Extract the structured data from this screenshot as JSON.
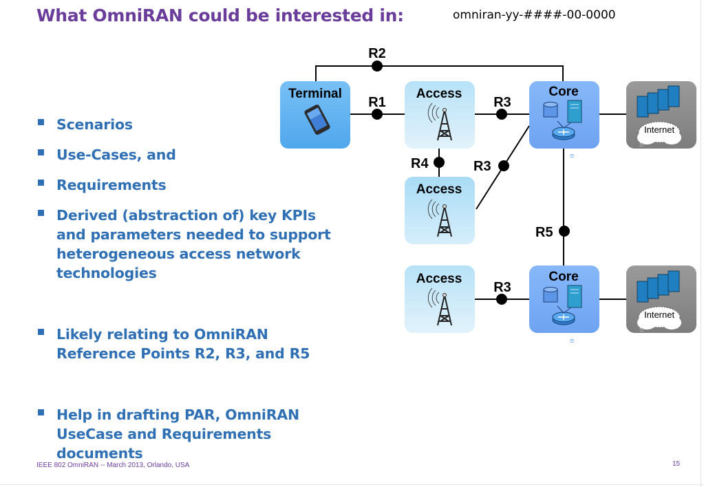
{
  "slide": {
    "title": "What OmniRAN could be interested in:",
    "doc_id": "omniran-yy-####-00-0000",
    "footer": "IEEE 802 OmniRAN -- March 2013, Orlando, USA",
    "page_number": "15"
  },
  "bullets": [
    "Scenarios",
    "Use-Cases, and",
    "Requirements",
    "Derived (abstraction of) key KPIs and parameters needed to support heterogeneous access network technologies",
    "Likely relating to OmniRAN Reference Points R2, R3, and R5",
    "Help in drafting PAR, OmniRAN UseCase and Requirements documents"
  ],
  "diagram": {
    "terminal_label": "Terminal",
    "access_label": "Access",
    "core_label": "Core",
    "internet_label": "Internet",
    "ref_points": {
      "r1": "R1",
      "r2": "R2",
      "r3": "R3",
      "r4": "R4",
      "r5": "R5"
    }
  },
  "colors": {
    "title": "#6a3d9a",
    "bullet_text": "#2f6fb3",
    "terminal_box": "#5aaef0",
    "access_box": "#a6dcf5",
    "core_box": "#7aaef7",
    "internet_box": "#8a8a8a"
  }
}
